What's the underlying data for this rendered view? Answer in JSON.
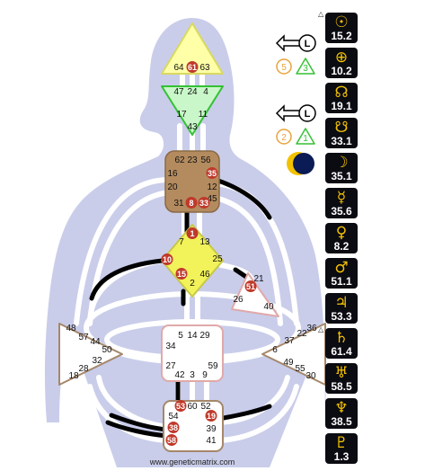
{
  "footer_text": "www.geneticmatrix.com",
  "colors": {
    "body": "#c9cdea",
    "channel": "#ffffff",
    "active_black": "#000000",
    "activation_red": "#c0392b",
    "head": "#ffffa8",
    "ajna": "#c9f7c9",
    "throat": "#b38b5f",
    "g_center": "#f2f25a",
    "planet_bg": "#0b0b12",
    "planet_glyph": "#f2c200",
    "variable_orange": "#e8a33b",
    "variable_green": "#34c134"
  },
  "centers": {
    "head": {
      "gates": [
        "64",
        "61",
        "63"
      ],
      "active": [
        "61"
      ]
    },
    "ajna": {
      "gates": [
        "47",
        "24",
        "4",
        "17",
        "11",
        "43"
      ],
      "active": []
    },
    "throat": {
      "gates": [
        "62",
        "23",
        "56",
        "16",
        "35",
        "20",
        "12",
        "45",
        "31",
        "8",
        "33"
      ],
      "active": [
        "35",
        "8",
        "33"
      ]
    },
    "g": {
      "gates": [
        "1",
        "7",
        "13",
        "10",
        "25",
        "15",
        "46",
        "2"
      ],
      "active": [
        "1",
        "10",
        "15"
      ]
    },
    "heart": {
      "gates": [
        "21",
        "51",
        "26",
        "40"
      ],
      "active": [
        "51"
      ]
    },
    "spleen": {
      "gates": [
        "48",
        "57",
        "44",
        "50",
        "32",
        "28",
        "18"
      ],
      "active": []
    },
    "sacral": {
      "gates": [
        "5",
        "14",
        "29",
        "34",
        "27",
        "42",
        "3",
        "9",
        "59"
      ],
      "active": []
    },
    "solar_plexus": {
      "gates": [
        "36",
        "22",
        "37",
        "6",
        "49",
        "55",
        "30"
      ],
      "active": []
    },
    "root": {
      "gates": [
        "53",
        "60",
        "52",
        "54",
        "19",
        "38",
        "39",
        "58",
        "41"
      ],
      "active": [
        "53",
        "19",
        "38",
        "58"
      ]
    }
  },
  "variables": {
    "top": {
      "arrow_letter": "L",
      "orange": "5",
      "green": "3"
    },
    "bottom": {
      "arrow_letter": "L",
      "orange": "2",
      "green": "1"
    }
  },
  "planets": [
    {
      "name": "sun",
      "glyph": "☉",
      "value": "15.2",
      "mark": "△"
    },
    {
      "name": "earth",
      "glyph": "⊕",
      "value": "10.2",
      "mark": ""
    },
    {
      "name": "north-node",
      "glyph": "☊",
      "value": "19.1",
      "mark": ""
    },
    {
      "name": "south-node",
      "glyph": "☋",
      "value": "33.1",
      "mark": ""
    },
    {
      "name": "moon",
      "glyph": "☽",
      "value": "35.1",
      "mark": ""
    },
    {
      "name": "mercury",
      "glyph": "☿",
      "value": "35.6",
      "mark": ""
    },
    {
      "name": "venus",
      "glyph": "♀",
      "value": "8.2",
      "mark": ""
    },
    {
      "name": "mars",
      "glyph": "♂",
      "value": "51.1",
      "mark": ""
    },
    {
      "name": "jupiter",
      "glyph": "♃",
      "value": "53.3",
      "mark": ""
    },
    {
      "name": "saturn",
      "glyph": "♄",
      "value": "61.4",
      "mark": "△"
    },
    {
      "name": "uranus",
      "glyph": "♅",
      "value": "58.5",
      "mark": ""
    },
    {
      "name": "neptune",
      "glyph": "♆",
      "value": "38.5",
      "mark": ""
    },
    {
      "name": "pluto",
      "glyph": "♇",
      "value": "1.3",
      "mark": ""
    }
  ]
}
